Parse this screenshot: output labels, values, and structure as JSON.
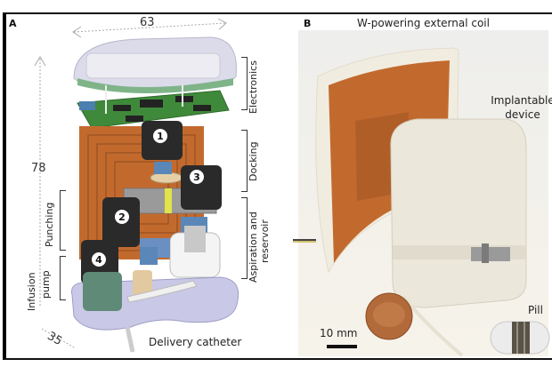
{
  "figure": {
    "panel_a": {
      "label": "A",
      "dimensions": {
        "width": "63",
        "height": "78",
        "depth": "35"
      },
      "section_labels": [
        "Electronics",
        "Docking",
        "Aspiration and reservoir",
        "Punching",
        "Infusion pump"
      ],
      "aspiration_line1": "Aspiration and",
      "aspiration_line2": "reservoir",
      "infusion_line1": "Infusion",
      "infusion_line2": "pump",
      "component_numbers": [
        "1",
        "2",
        "3",
        "4"
      ],
      "catheter_label": "Delivery catheter"
    },
    "panel_b": {
      "label": "B",
      "coil_label": "W-powering external coil",
      "device_label_line1": "Implantable",
      "device_label_line2": "device",
      "pill_label": "Pill",
      "scale_bar_label": "10 mm"
    },
    "colors": {
      "coil_copper": "#c26a2e",
      "housing_lavender": "#c9c8e6",
      "pcb_green": "#3f8a3a",
      "motor_black": "#2a2a2a",
      "photo_background": "#f2f0e8"
    }
  }
}
